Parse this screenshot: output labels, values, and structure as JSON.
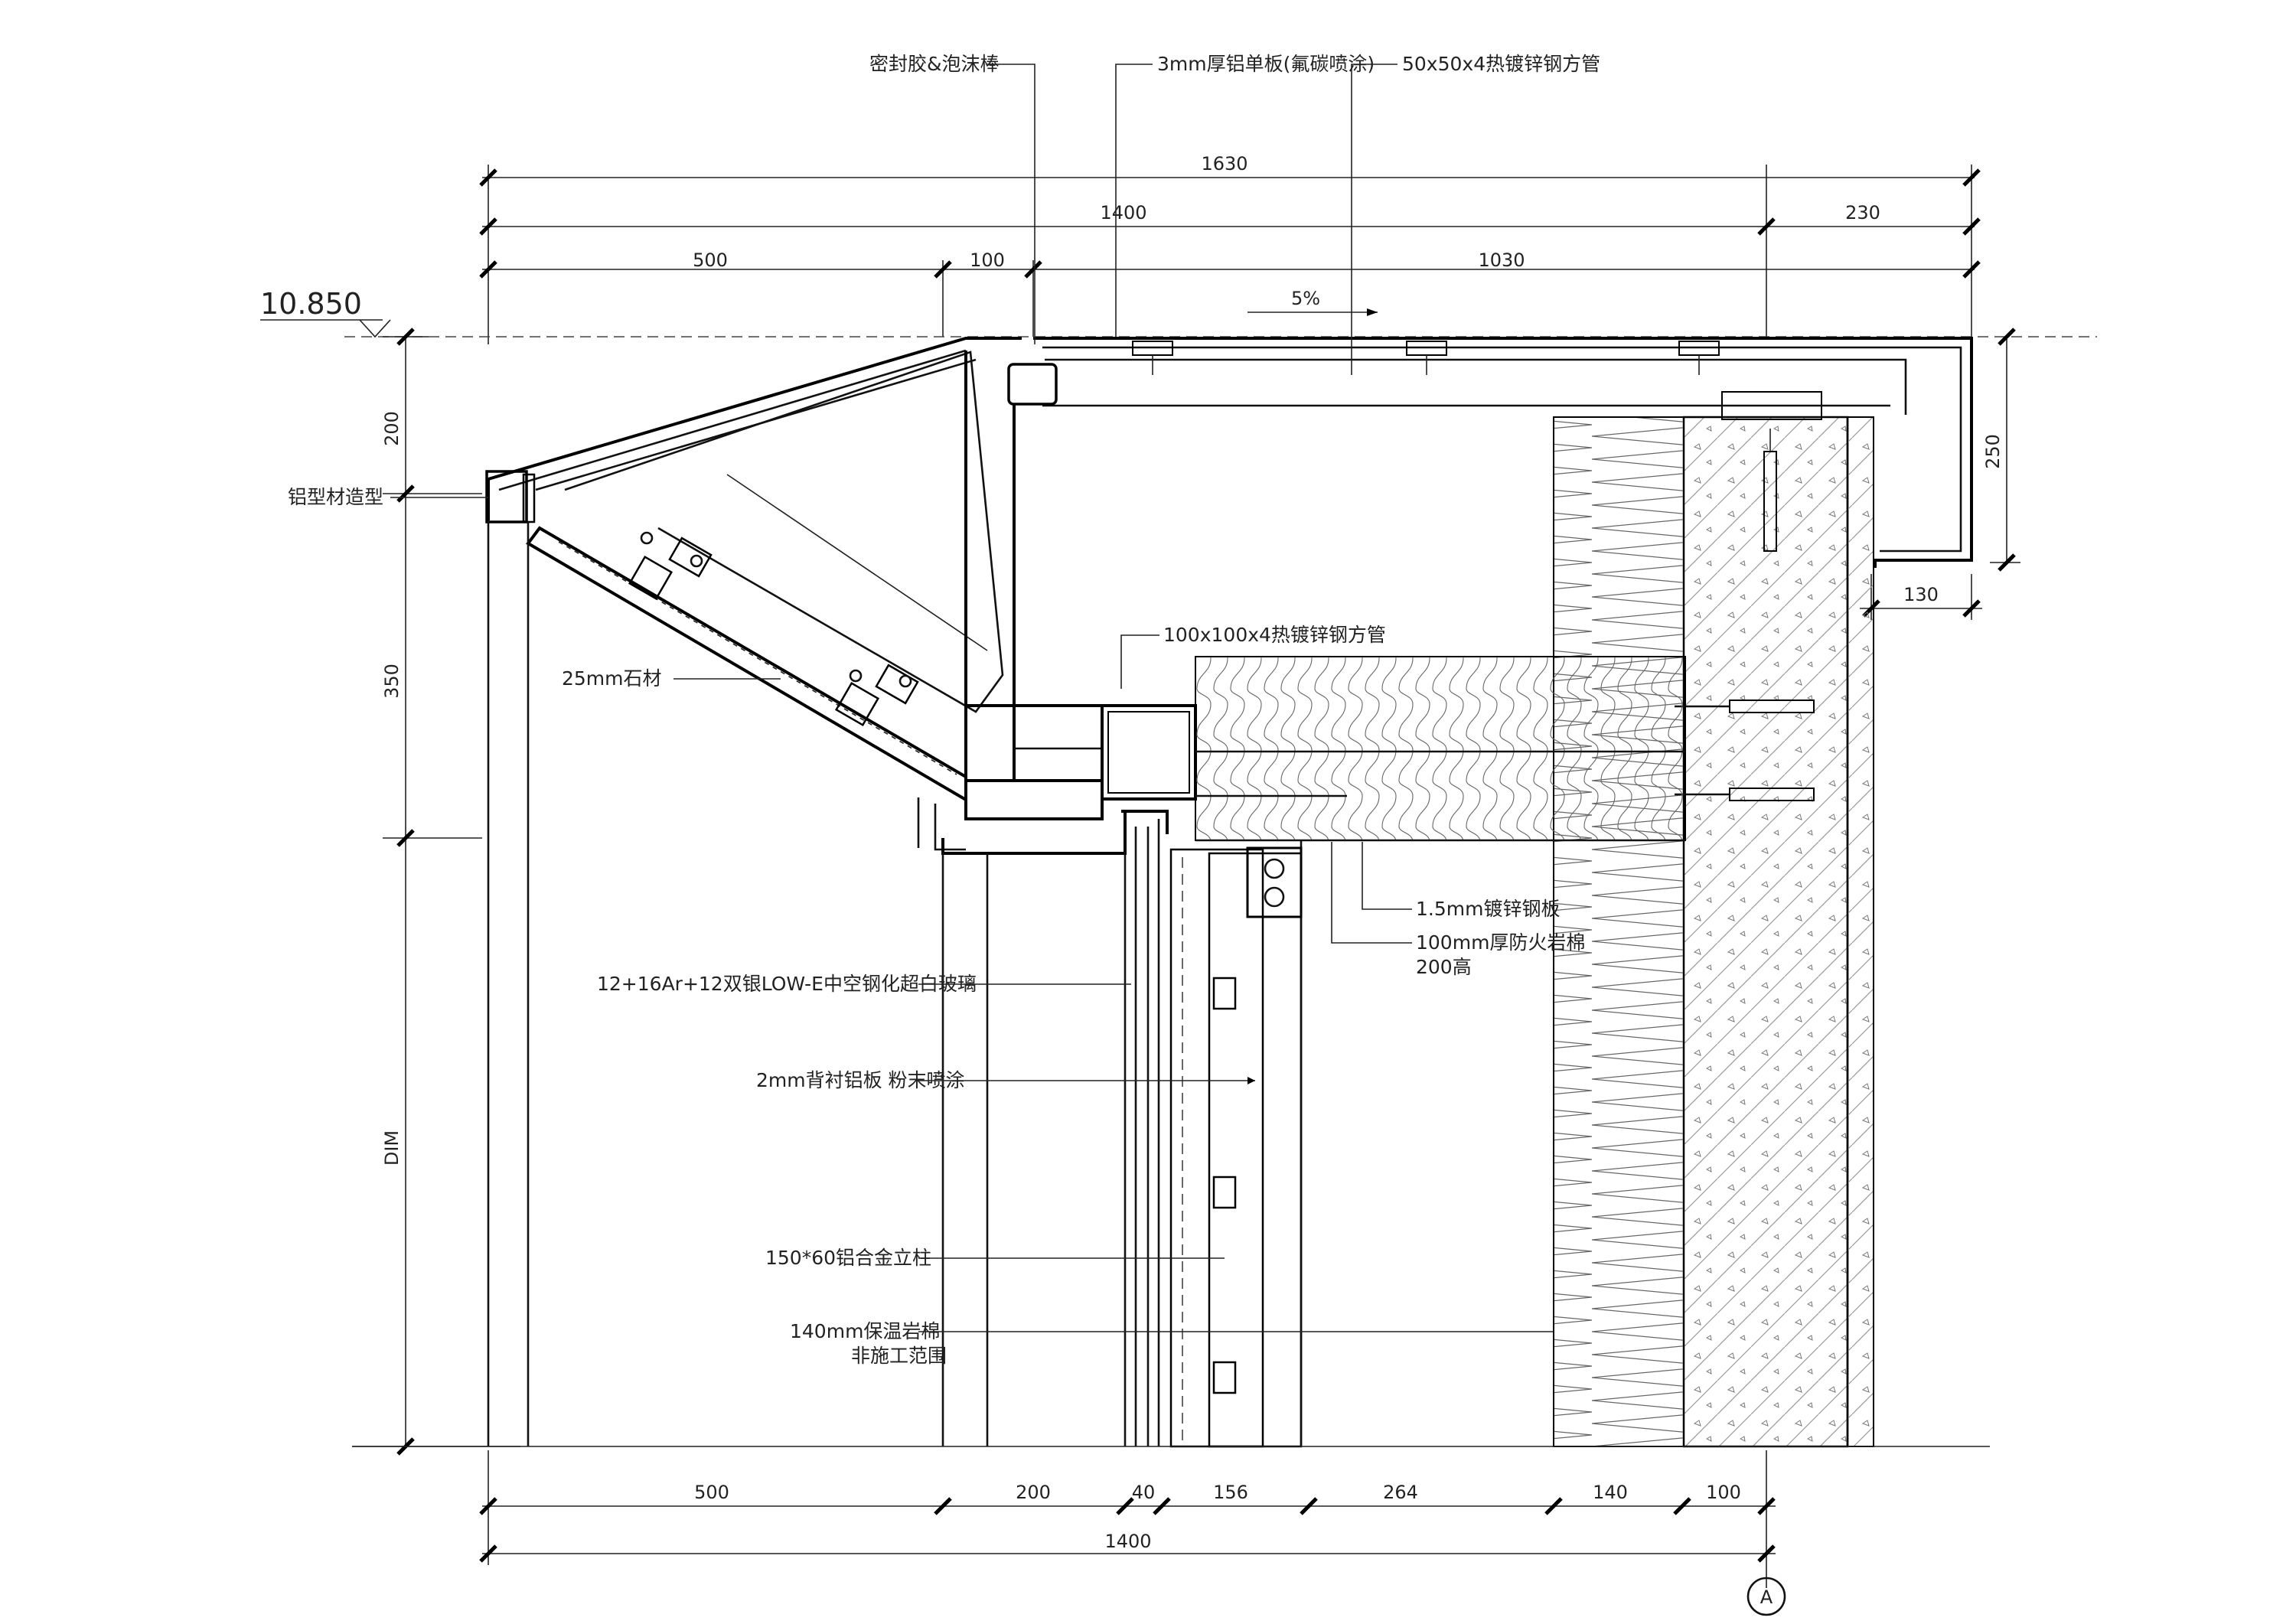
{
  "level": "10.850",
  "labels": {
    "sealant": "密封胶&泡沫棒",
    "al_panel": "3mm厚铝单板(氟碳喷涂)",
    "steel_tube_small": "50x50x4热镀锌钢方管",
    "al_profile": "铝型材造型",
    "stone": "25mm石材",
    "steel_tube_large": "100x100x4热镀锌钢方管",
    "galv_sheet": "1.5mm镀锌钢板",
    "rockwool_fire": "100mm厚防火岩棉",
    "rockwool_fire_height": "200高",
    "glass": "12+16Ar+12双银LOW-E中空钢化超白玻璃",
    "back_panel": "2mm背衬铝板 粉末喷涂",
    "mullion": "150*60铝合金立柱",
    "rockwool_insul": "140mm保温岩棉",
    "out_of_scope": "非施工范围"
  },
  "slope": "5%",
  "grid_axis": "A",
  "dimensions": {
    "top_total": "1630",
    "top_row2": [
      "1400",
      "230"
    ],
    "top_row3": [
      "500",
      "100",
      "1030"
    ],
    "left": [
      "200",
      "350",
      "DIM"
    ],
    "right": [
      "250",
      "130"
    ],
    "bottom_row1": [
      "500",
      "200",
      "40",
      "156",
      "264",
      "140",
      "100"
    ],
    "bottom_total": "1400"
  }
}
